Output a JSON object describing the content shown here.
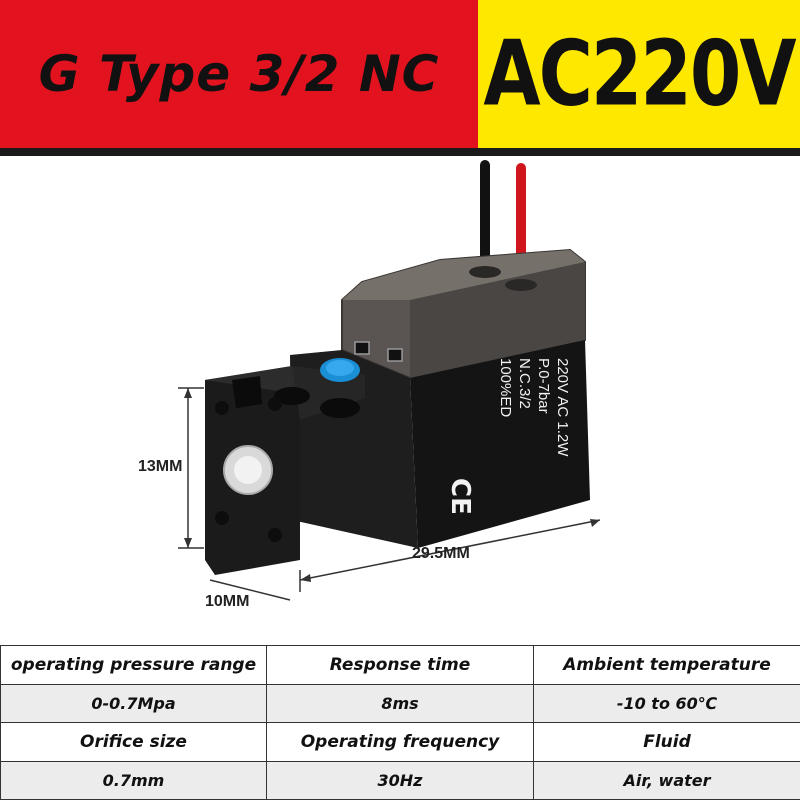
{
  "banner": {
    "left_title": "G Type 3/2 NC",
    "right_title": "AC220V",
    "left_color": "#e3121f",
    "right_color": "#ffe800"
  },
  "product": {
    "label_lines": [
      "220V  AC  1.2W",
      "P.0-7bar",
      "N.C.3/2",
      "100%ED"
    ],
    "cert_mark": "CE",
    "dimensions": {
      "height": "13MM",
      "length": "29.5MM",
      "width": "10MM"
    },
    "wire_colors": [
      "#111111",
      "#d0161c"
    ]
  },
  "specs": {
    "rows": [
      [
        "operating pressure range",
        "Response time",
        "Ambient temperature"
      ],
      [
        "0-0.7Mpa",
        "8ms",
        "-10 to 60℃"
      ],
      [
        "Orifice size",
        "Operating frequency",
        "Fluid"
      ],
      [
        "0.7mm",
        "30Hz",
        "Air, water"
      ]
    ]
  }
}
